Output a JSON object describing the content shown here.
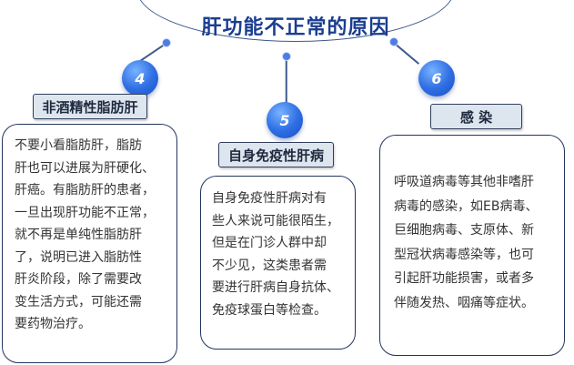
{
  "title": "肝功能不正常的原因",
  "causes": [
    {
      "number": "4",
      "label": "非酒精性脂肪肝",
      "lines": [
        "不要小看脂肪肝，脂肪",
        "肝也可以进展为肝硬化、",
        "肝癌。有脂肪肝的患者，",
        "一旦出现肝功能不正常，",
        "就不再是单纯性脂肪肝",
        "了，说明已进入脂肪性",
        "肝炎阶段，除了需要改",
        "变生活方式，可能还需",
        "要药物治疗。"
      ]
    },
    {
      "number": "5",
      "label": "自身免疫性肝病",
      "lines": [
        "自身免疫性肝病对有",
        "些人来说可能很陌生，",
        "但是在门诊人群中却",
        "不少见，这类患者需",
        "要进行肝病自身抗体、",
        "免疫球蛋白等检查。"
      ]
    },
    {
      "number": "6",
      "label": "感  染",
      "lines": [
        "呼吸道病毒等其他非嗜肝",
        "病毒的感染，如EB病毒、",
        "巨细胞病毒、支原体、新",
        "型冠状病毒感染等，也可",
        "引起肝功能损害，或者多",
        "伴随发热、咽痛等症状。"
      ]
    }
  ],
  "colors": {
    "title": "#1a3d8f",
    "badge": "#2f6fe4",
    "label_bg": "#dde5ef",
    "border": "#23355e"
  }
}
